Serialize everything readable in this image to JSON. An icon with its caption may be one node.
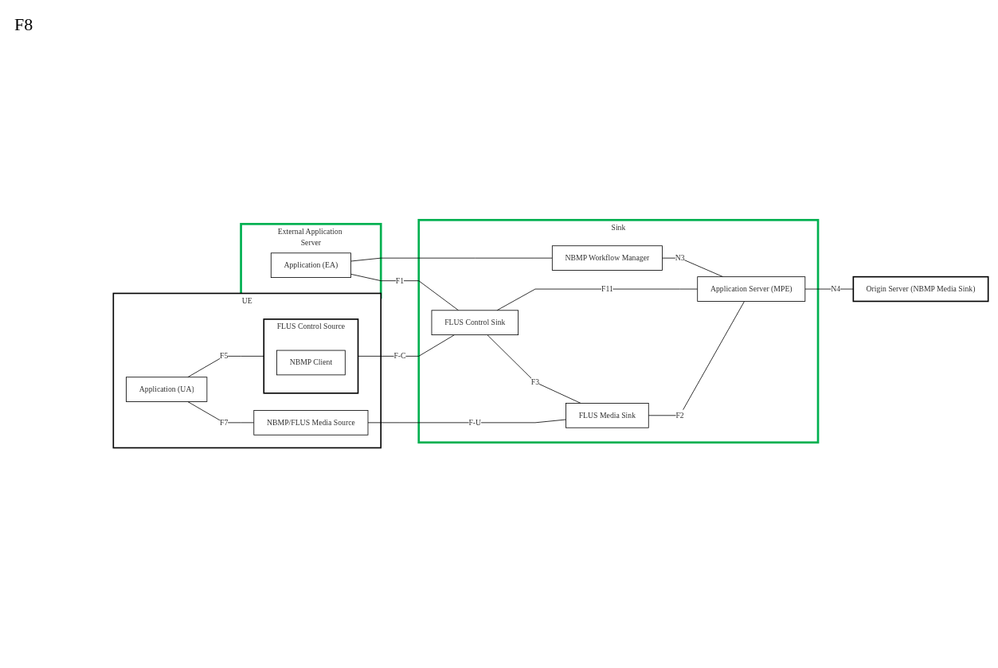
{
  "diagram": {
    "nodes": [
      {
        "text": [
          "UE"
        ]
      },
      {
        "text": [
          "Application (UA)"
        ],
        "in": 0
      },
      {
        "text": [
          "FLUS Control Source"
        ],
        "in": 0
      },
      {
        "text": [
          "NBMP Client"
        ],
        "in": 2
      },
      {
        "text": [
          "NBMP/FLUS Media Source"
        ],
        "in": 0
      },
      {
        "text": [
          "External Application Server"
        ]
      },
      {
        "text": [
          "Application (EA)"
        ],
        "in": 5
      },
      {
        "text": [
          "Sink"
        ]
      },
      {
        "text": [
          "NBMP Workflow Manager"
        ],
        "in": 7
      },
      {
        "text": [
          "FLUS Control Sink"
        ],
        "in": 7
      },
      {
        "text": [
          "Application Server (MPE)"
        ],
        "in": 7
      },
      {
        "text": [
          "FLUS Media Sink"
        ],
        "in": 7
      },
      {
        "text": [
          "Origin Server (NBMP Media Sink)"
        ]
      }
    ],
    "edges": [
      {
        "from": 6,
        "to": 8,
        "arrow": "none"
      },
      {
        "from": 1,
        "to": 2,
        "label": "F5",
        "arrow": "none"
      },
      {
        "from": 1,
        "to": 4,
        "label": "F7",
        "arrow": "none"
      },
      {
        "from": 6,
        "to": 9,
        "label": "F1",
        "arrow": "none"
      },
      {
        "from": 8,
        "to": 10,
        "label": "N3",
        "arrow": "none"
      },
      {
        "from": 2,
        "to": 9,
        "label": "F-C",
        "arrow": "none"
      },
      {
        "from": 9,
        "to": 10,
        "label": "F11",
        "arrow": "none"
      },
      {
        "from": 9,
        "to": 11,
        "label": "F3",
        "arrow": "none"
      },
      {
        "from": 11,
        "to": 10,
        "label": "F2",
        "arrow": "none"
      },
      {
        "from": 4,
        "to": 11,
        "label": "F-U",
        "arrow": "none"
      },
      {
        "from": 10,
        "to": 12,
        "label": "N4",
        "arrow": "none"
      }
    ],
    "labels": [
      "F8"
    ]
  }
}
